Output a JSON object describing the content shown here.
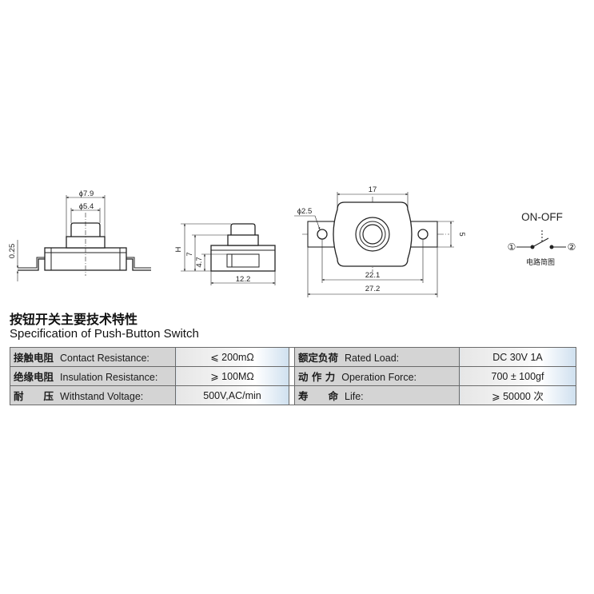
{
  "drawings": {
    "front_view": {
      "dim_outer_dia": "ϕ7.9",
      "dim_inner_dia": "ϕ5.4",
      "dim_thickness": "0.25"
    },
    "side_view": {
      "dim_h": "H",
      "dim_7": "7",
      "dim_4_7": "4.7",
      "dim_width": "12.2"
    },
    "top_view": {
      "dim_body_width": "17",
      "dim_hole_dia": "ϕ2.5",
      "dim_tab_height": "5",
      "dim_hole_spacing": "22.1",
      "dim_overall_length": "27.2"
    },
    "circuit": {
      "title": "ON-OFF",
      "terminal_1": "①",
      "terminal_2": "②",
      "caption": "电路简图"
    }
  },
  "spec": {
    "title_cn": "按钮开关主要技术特性",
    "title_en": "Specification of Push-Button Switch",
    "rows": [
      {
        "left_cn": "接触电阻",
        "left_en": "Contact Resistance:",
        "left_value": "⩽ 200mΩ",
        "right_cn": "额定负荷",
        "right_en": "Rated Load:",
        "right_value": "DC 30V 1A"
      },
      {
        "left_cn": "绝缘电阻",
        "left_en": "Insulation Resistance:",
        "left_value": "⩾ 100MΩ",
        "right_cn": "动 作 力",
        "right_en": "Operation Force:",
        "right_value": "700 ± 100gf"
      },
      {
        "left_cn": "耐　　压",
        "left_en": "Withstand Voltage:",
        "left_value": "500V,AC/min",
        "right_cn": "寿　　命",
        "right_en": "Life:",
        "right_value": "⩾ 50000 次"
      }
    ]
  }
}
